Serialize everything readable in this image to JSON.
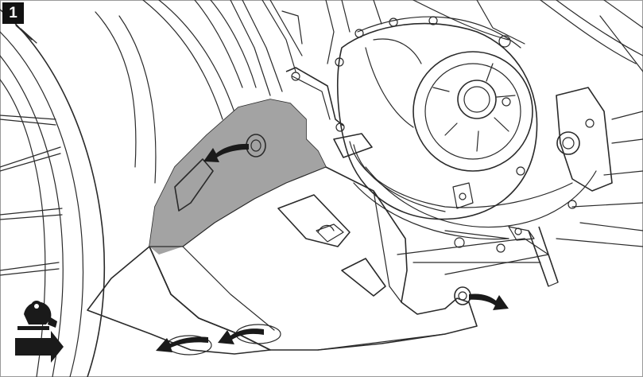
{
  "step": {
    "number": "1"
  },
  "figure": {
    "arrow_color": "#1a1a1a",
    "guard_fill": "#b9b9b9",
    "guard_shade": "#a3a3a3",
    "line_color": "#2a2a2a",
    "arrows": [
      {
        "icon": "curved-arrow-left-icon",
        "target": "upper-bolt"
      },
      {
        "icon": "curved-arrow-right-icon",
        "target": "right-bolt"
      },
      {
        "icon": "curved-arrow-left-icon",
        "target": "lower-left-bolt"
      },
      {
        "icon": "curved-arrow-left-icon",
        "target": "lower-middle-bolt"
      }
    ],
    "corner_symbol": "workshop-lift-icon"
  }
}
